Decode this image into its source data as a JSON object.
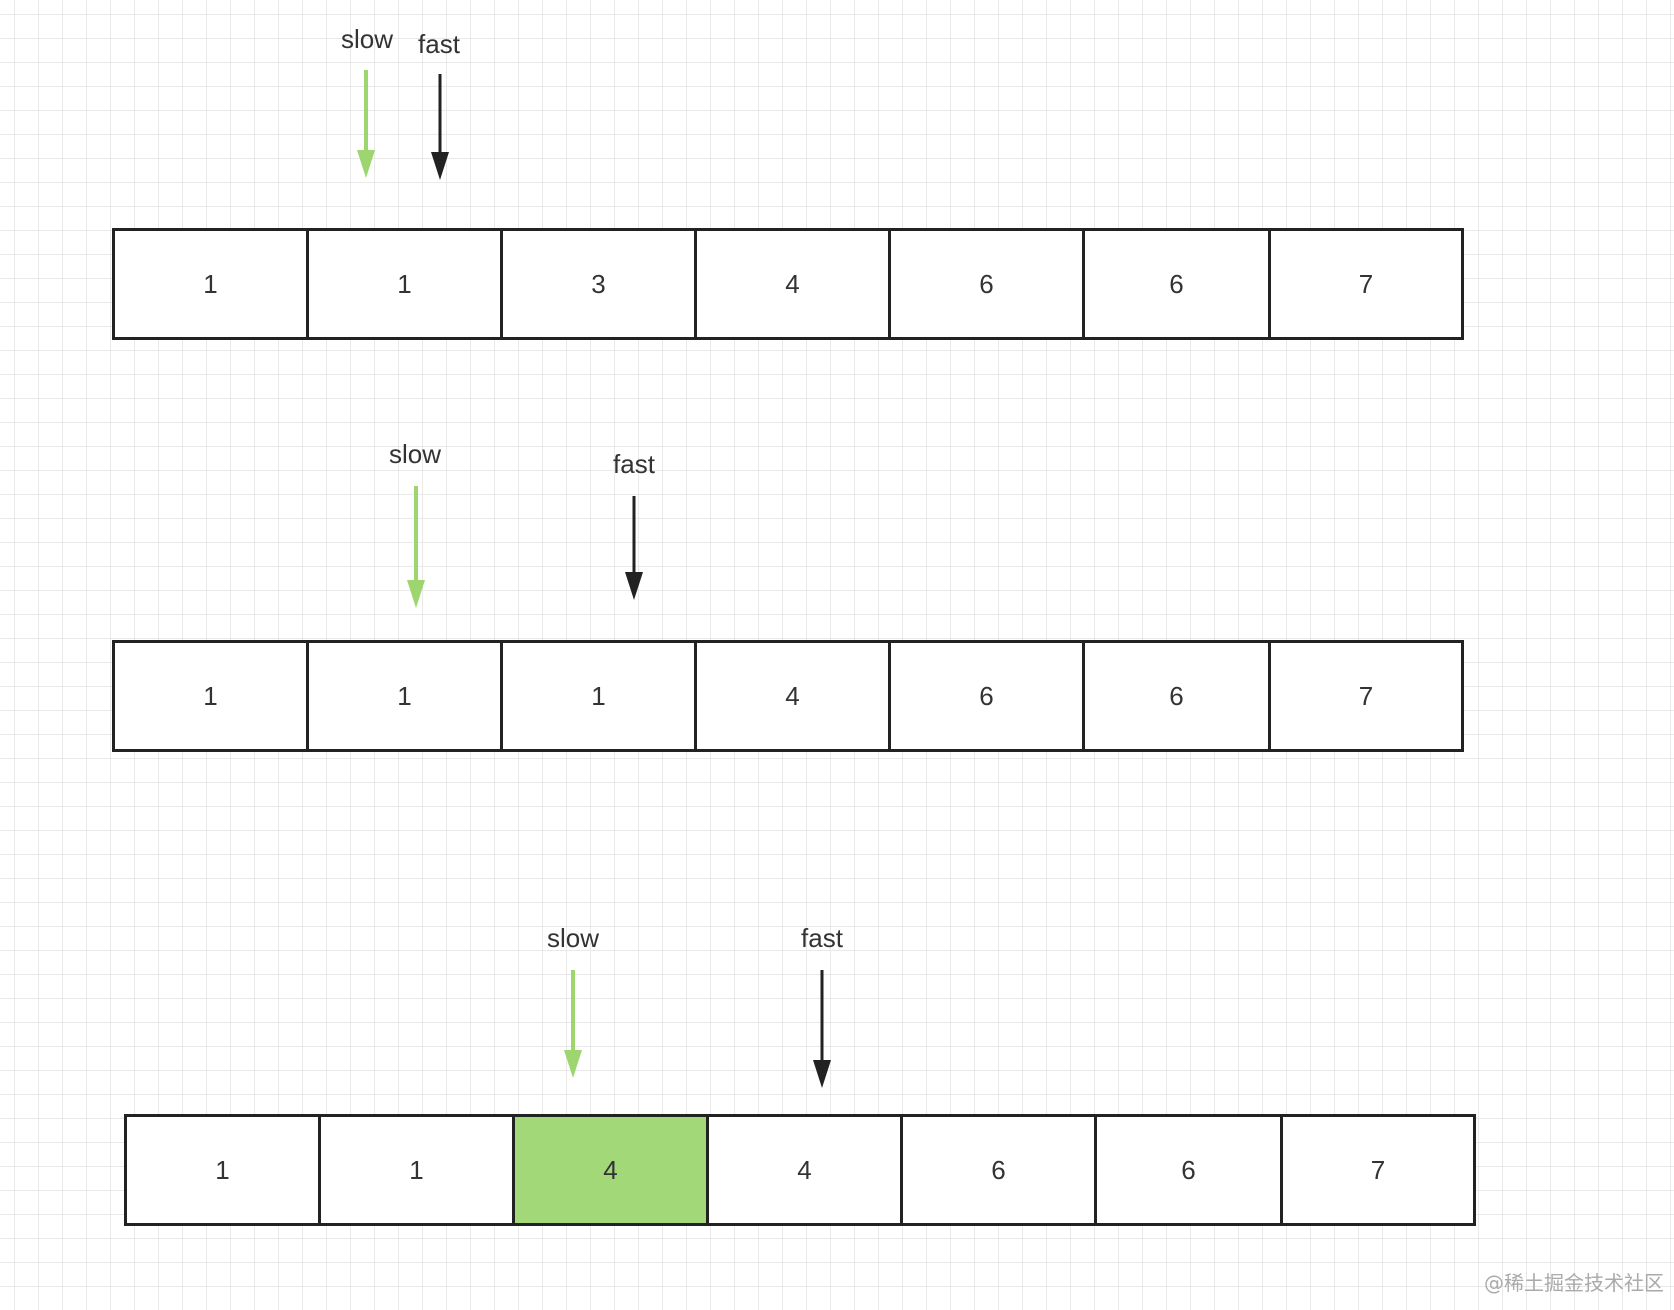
{
  "colors": {
    "slow_arrow": "#9dd56f",
    "fast_arrow": "#222222",
    "highlight_cell": "#a3d879",
    "border": "#222222"
  },
  "steps": [
    {
      "slow_label": "slow",
      "fast_label": "fast",
      "slow_index": 1,
      "fast_index": 1,
      "cells": [
        "1",
        "1",
        "3",
        "4",
        "6",
        "6",
        "7"
      ],
      "highlight_index": null
    },
    {
      "slow_label": "slow",
      "fast_label": "fast",
      "slow_index": 1,
      "fast_index": 2,
      "cells": [
        "1",
        "1",
        "1",
        "4",
        "6",
        "6",
        "7"
      ],
      "highlight_index": null
    },
    {
      "slow_label": "slow",
      "fast_label": "fast",
      "slow_index": 2,
      "fast_index": 3,
      "cells": [
        "1",
        "1",
        "4",
        "4",
        "6",
        "6",
        "7"
      ],
      "highlight_index": 2
    }
  ],
  "watermark": "@稀土掘金技术社区"
}
